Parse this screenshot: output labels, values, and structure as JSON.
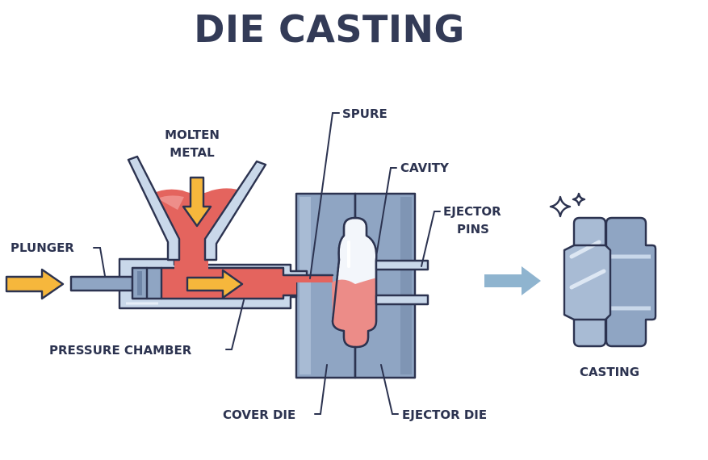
{
  "title": "DIE CASTING",
  "labels": {
    "molten_metal_line1": "MOLTEN",
    "molten_metal_line2": "METAL",
    "plunger": "PLUNGER",
    "pressure_chamber": "PRESSURE CHAMBER",
    "spure": "SPURE",
    "cavity": "CAVITY",
    "ejector_pins_line1": "EJECTOR",
    "ejector_pins_line2": "PINS",
    "cover_die": "COVER DIE",
    "ejector_die": "EJECTOR DIE",
    "casting": "CASTING"
  },
  "colors": {
    "ink": "#2c3350",
    "die_blue": "#8fa5c3",
    "chamber_blue": "#c9d8ea",
    "molten_red": "#e4645e",
    "cavity_pink": "#ec8c88",
    "arrow_yellow": "#f6b73c",
    "flow_arrow": "#8fb4cf"
  }
}
